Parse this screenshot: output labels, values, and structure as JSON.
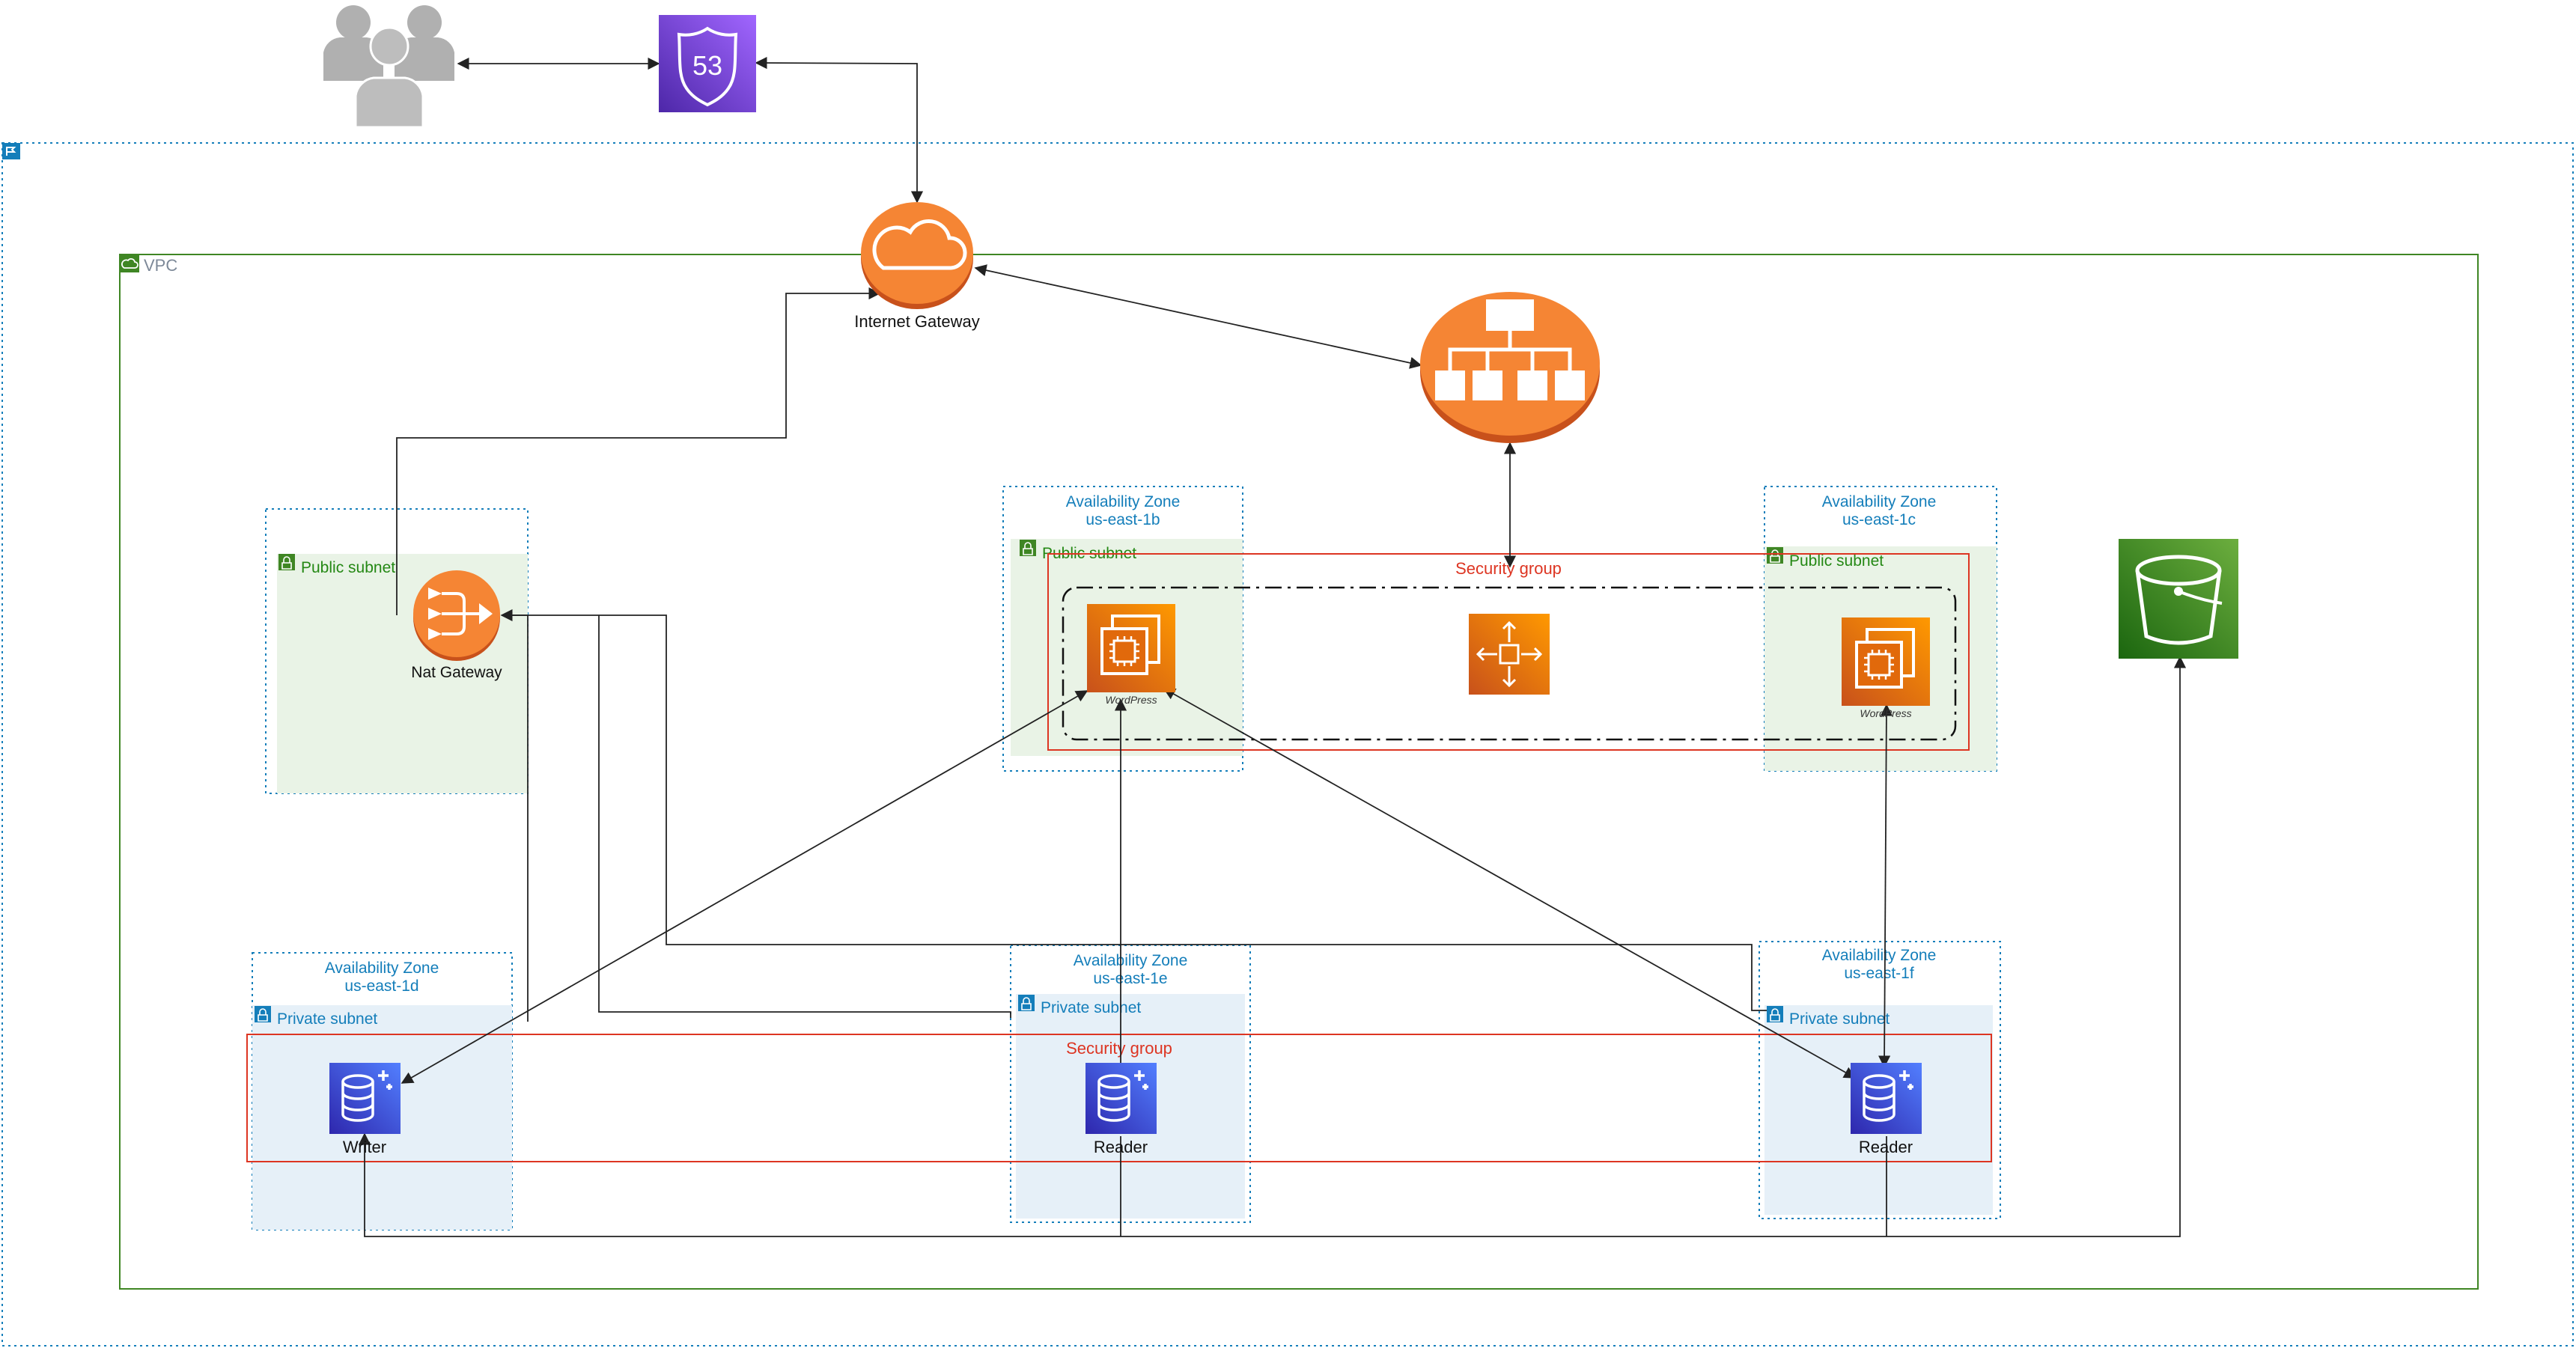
{
  "labels": {
    "vpc": "VPC",
    "internet_gateway": "Internet Gateway",
    "nat_gateway": "Nat Gateway",
    "public_subnet": "Public subnet",
    "private_subnet": "Private subnet",
    "security_group": "Security group",
    "wordpress": "WordPress",
    "writer": "Writer",
    "reader": "Reader",
    "route53_number": "53"
  },
  "zones": {
    "public_b": {
      "title": "Availability Zone",
      "name": "us-east-1b"
    },
    "public_c": {
      "title": "Availability Zone",
      "name": "us-east-1c"
    },
    "private_d": {
      "title": "Availability Zone",
      "name": "us-east-1d"
    },
    "private_e": {
      "title": "Availability Zone",
      "name": "us-east-1e"
    },
    "private_f": {
      "title": "Availability Zone",
      "name": "us-east-1f"
    }
  },
  "colors": {
    "aws_orange": "#F58534",
    "compute_orange": "#E1690B",
    "route53_purple": "#8C4FFF",
    "rds_blue": "#3B48CC",
    "s3_green": "#3F8624",
    "subnet_green_fill": "#E9F3E6",
    "subnet_blue_fill": "#E6F0F8",
    "az_blue": "#147EBA",
    "vpc_green": "#3F8624",
    "security_red": "#DD3522"
  }
}
